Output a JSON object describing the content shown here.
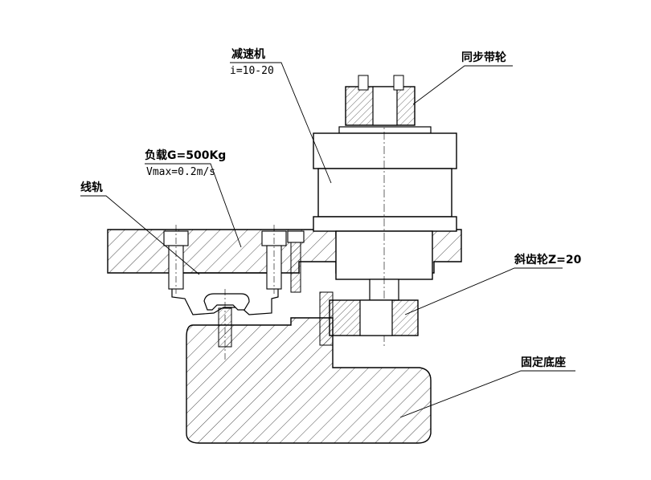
{
  "labels": {
    "reducer": "减速机",
    "ratio": "i=10-20",
    "pulley": "同步带轮",
    "load": "负载G=500Kg",
    "speed": "Vmax=0.2m/s",
    "rail": "线轨",
    "bevel_gear": "斜齿轮Z=20",
    "base": "固定底座"
  },
  "colors": {
    "line": "#000000",
    "background": "#ffffff"
  }
}
